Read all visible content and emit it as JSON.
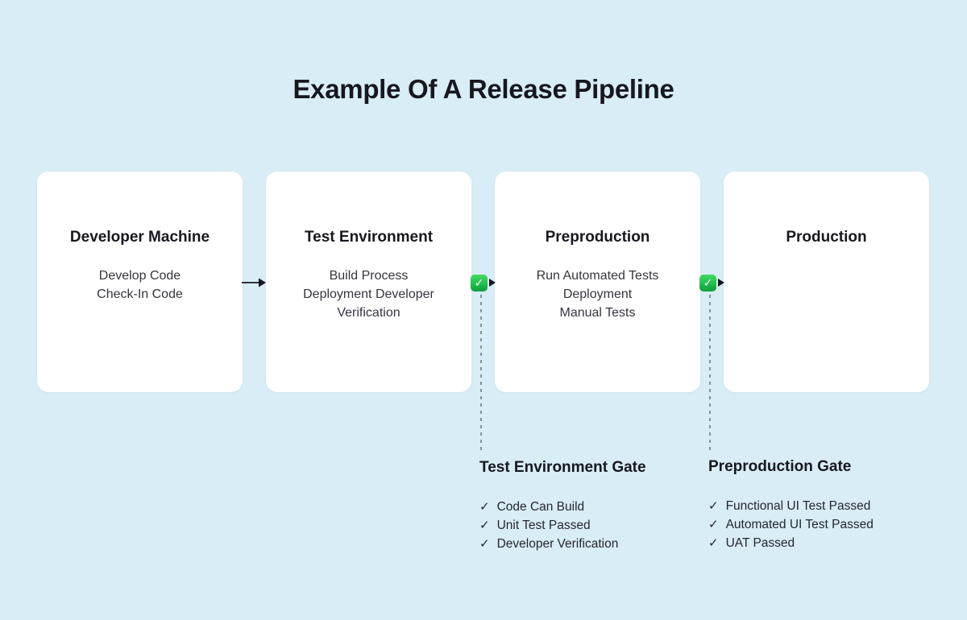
{
  "title": "Example Of A Release Pipeline",
  "colors": {
    "background": "#d8edf6",
    "card": "#ffffff",
    "heading": "#17171f",
    "body": "#35353e",
    "dashed": "#7e94a3",
    "arrow": "#17171f",
    "check_green": "#1fbf4e"
  },
  "icons": {
    "gate_pass_check": "✓",
    "list_check": "✓"
  },
  "stages": [
    {
      "title": "Developer Machine",
      "lines": [
        "Develop Code",
        "Check-In Code"
      ]
    },
    {
      "title": "Test Environment",
      "lines": [
        "Build Process",
        "Deployment Developer",
        "Verification"
      ]
    },
    {
      "title": "Preproduction",
      "lines": [
        "Run Automated Tests",
        "Deployment",
        "Manual Tests"
      ]
    },
    {
      "title": "Production",
      "lines": []
    }
  ],
  "gates": [
    {
      "title": "Test Environment Gate",
      "items": [
        "Code Can Build",
        "Unit Test Passed",
        "Developer Verification"
      ]
    },
    {
      "title": "Preproduction Gate",
      "items": [
        "Functional UI Test Passed",
        "Automated UI Test Passed",
        "UAT Passed"
      ]
    }
  ]
}
